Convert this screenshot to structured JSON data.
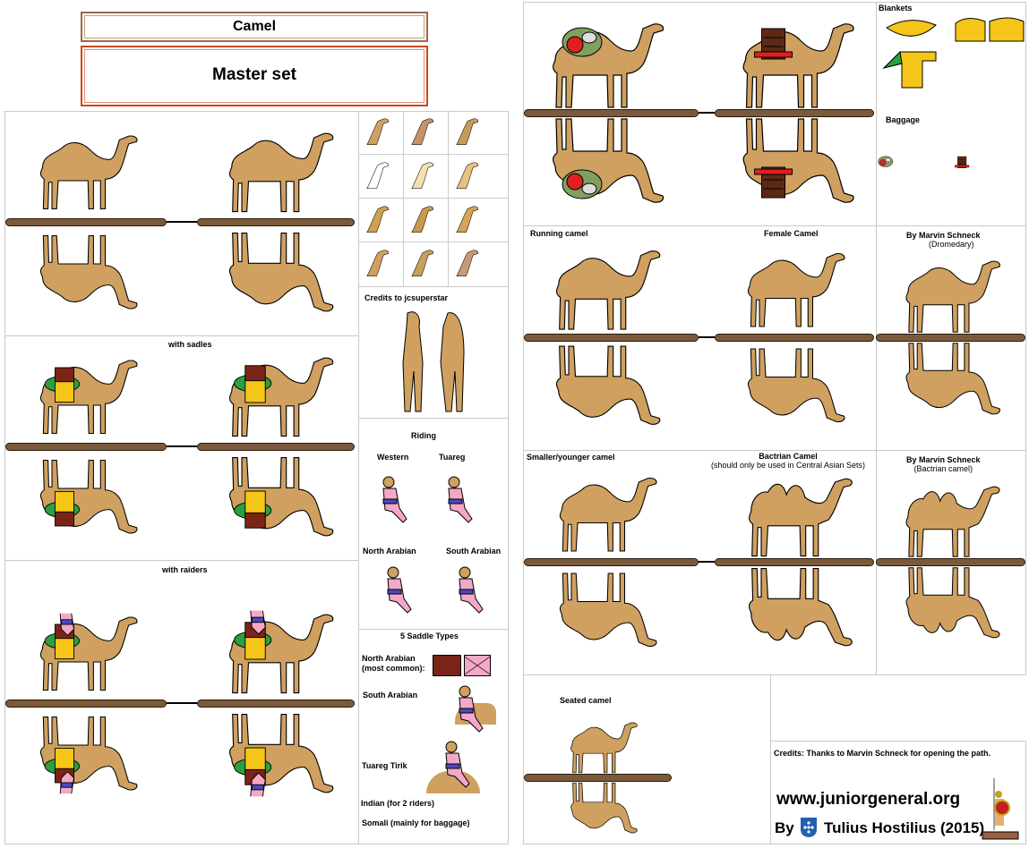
{
  "header": {
    "title": "Camel",
    "subtitle": "Master set"
  },
  "left": {
    "sadles_label": "with sadles",
    "raiders_label": "with raiders"
  },
  "column": {
    "credits_label": "Credits to jcsuperstar",
    "riding": {
      "title": "Riding",
      "western": "Western",
      "tuareg": "Tuareg",
      "north_arabian": "North Arabian",
      "south_arabian": "South Arabian"
    },
    "saddles": {
      "title": "5 Saddle Types",
      "north_arabian": "North Arabian",
      "north_arabian_note": "(most common):",
      "south_arabian": "South Arabian",
      "tuareg_tirik": "Tuareg Tirik",
      "indian": "Indian (for 2 riders)",
      "somali": "Somali  (mainly for baggage)"
    }
  },
  "right": {
    "blankets": "Blankets",
    "baggage": "Baggage",
    "running": "Running camel",
    "female": "Female Camel",
    "marvin1": {
      "title": "By Marvin Schneck",
      "note": "(Dromedary)"
    },
    "smaller": "Smaller/younger camel",
    "bactrian": {
      "title": "Bactrian Camel",
      "note": "(should only be used in Central Asian Sets)"
    },
    "marvin2": {
      "title": "By Marvin Schneck",
      "note": "(Bactrian camel)"
    },
    "seated": "Seated camel"
  },
  "credits": {
    "text": "Credits: Thanks to Marvin Schneck for opening the path.",
    "url": "www.juniorgeneral.org",
    "by": "By",
    "author": "Tulius Hostilius (2015)",
    "logo_text": "TULIUS HOSTILIUS"
  },
  "colors": {
    "camel": "#cfa060",
    "base": "#7b5a3c",
    "saddle": "#7a2418",
    "blanket": "#f5c518",
    "green": "#2aa040",
    "rider": "#f4a8c8",
    "sash": "#4848c0"
  },
  "swatches": [
    "#cfa060",
    "#c8926a",
    "#c89a58",
    "#ffffff",
    "#f3e2b0",
    "#e8c080",
    "#d0a050",
    "#c89a50",
    "#d4a458",
    "#cfa060",
    "#c8a058",
    "#c89a78"
  ]
}
